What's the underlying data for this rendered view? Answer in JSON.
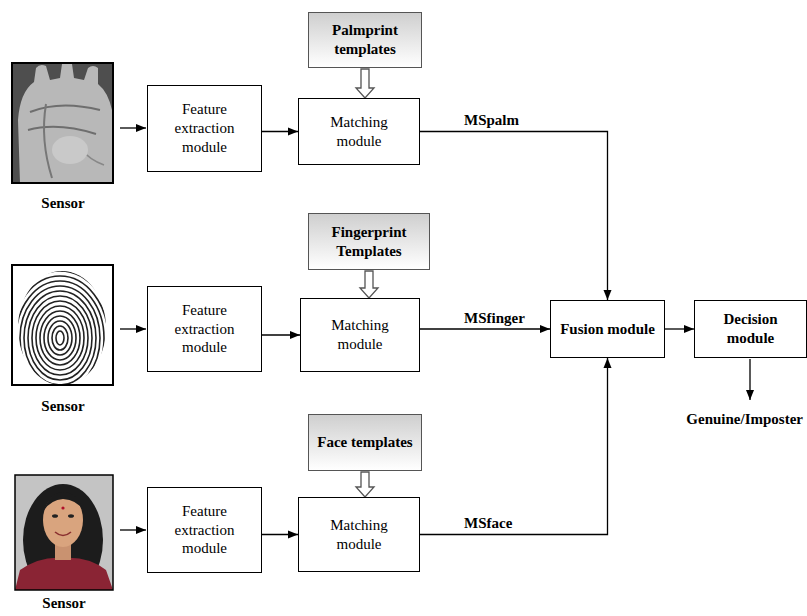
{
  "diagram": {
    "nodes": [
      {
        "text": [
          "Palmprint templates"
        ]
      },
      {
        "text": [
          "Feature extraction module"
        ]
      },
      {
        "text": [
          "Matching module"
        ]
      },
      {
        "text": [
          "Fingerprint Templates"
        ]
      },
      {
        "text": [
          "Feature extraction module"
        ]
      },
      {
        "text": [
          "Matching module"
        ]
      },
      {
        "text": [
          "Fusion module"
        ]
      },
      {
        "text": [
          "Decision module"
        ]
      },
      {
        "text": [
          "Face templates"
        ]
      },
      {
        "text": [
          "Feature extraction module"
        ]
      },
      {
        "text": [
          "Matching module"
        ]
      }
    ],
    "edges": [
      {
        "from": 0,
        "to": 2,
        "arrow": "to"
      },
      {
        "from": 1,
        "to": 2,
        "arrow": "to"
      },
      {
        "from": 3,
        "to": 5,
        "arrow": "to"
      },
      {
        "from": 4,
        "to": 5,
        "arrow": "to"
      },
      {
        "from": 2,
        "to": 6,
        "label": "MSpalm",
        "arrow": "to"
      },
      {
        "from": 5,
        "to": 6,
        "label": "MSfinger",
        "arrow": "to"
      },
      {
        "from": 10,
        "to": 6,
        "label": "MSface",
        "arrow": "to"
      },
      {
        "from": 6,
        "to": 7,
        "arrow": "to"
      },
      {
        "from": 8,
        "to": 10,
        "arrow": "to"
      },
      {
        "from": 9,
        "to": 10,
        "arrow": "to"
      }
    ],
    "labels": [
      "Sensor",
      "Sensor",
      "Sensor",
      "Genuine/Imposter"
    ]
  }
}
